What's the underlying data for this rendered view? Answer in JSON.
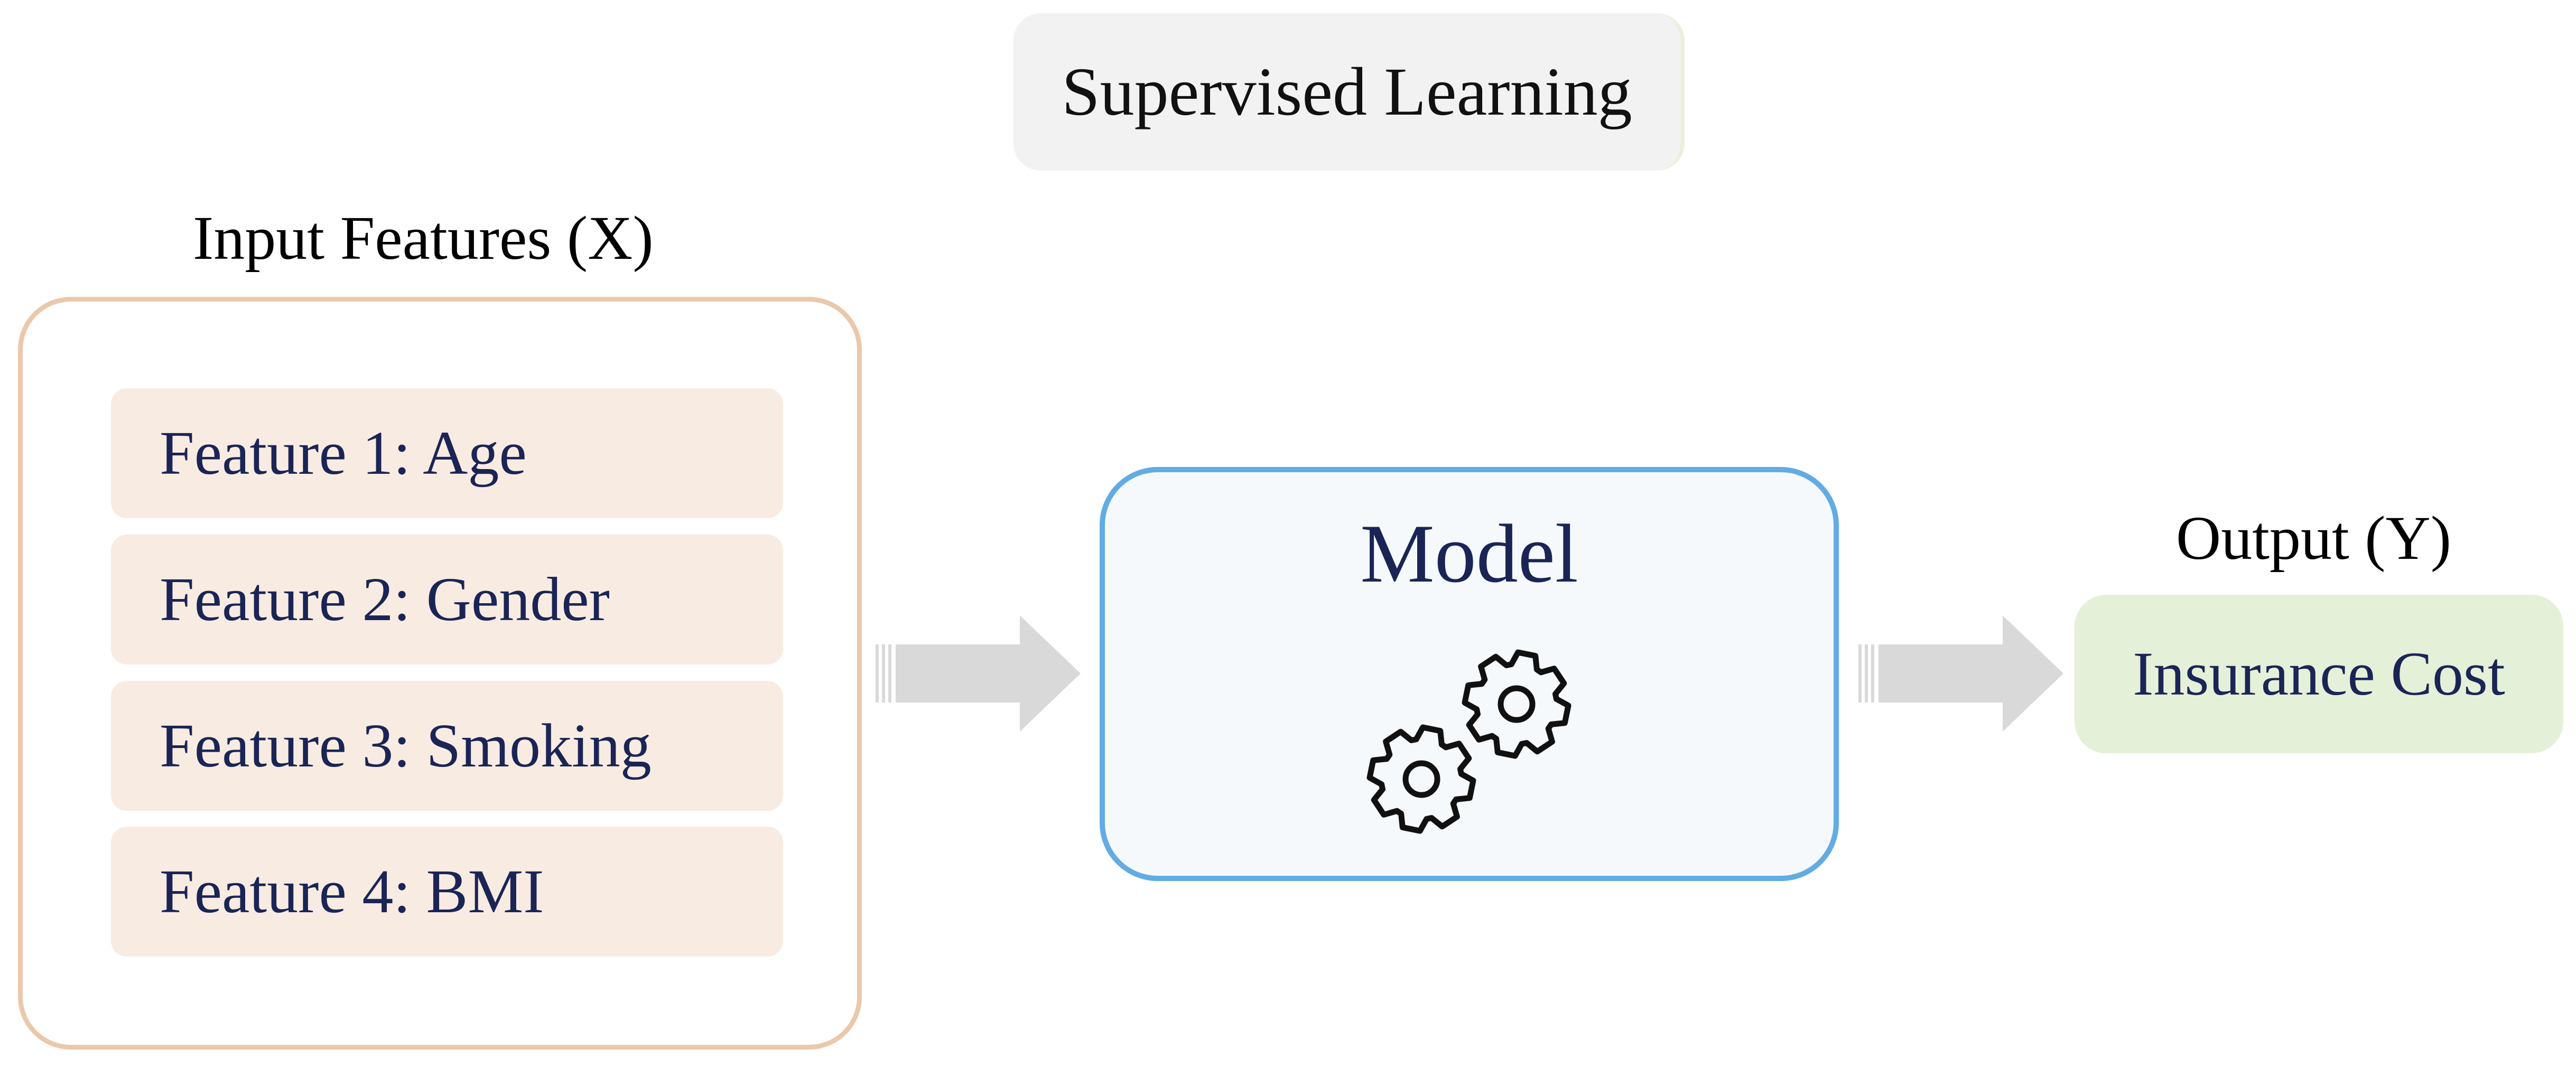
{
  "title": "Supervised Learning",
  "input": {
    "heading": "Input Features (X)",
    "features": [
      "Feature 1: Age",
      "Feature 2: Gender",
      "Feature 3: Smoking",
      "Feature 4: BMI"
    ]
  },
  "model": {
    "label": "Model",
    "icon": "gears-icon"
  },
  "output": {
    "heading": "Output (Y)",
    "value": "Insurance Cost"
  },
  "colors": {
    "title_bg": "#f2f2f2",
    "input_border": "#ebc8ab",
    "feature_bg": "#f8ebe2",
    "model_border": "#62ace3",
    "model_bg": "#f5f9fc",
    "output_bg": "#e5f0d8",
    "arrow": "#d9d9d9",
    "text_navy": "#1a2556"
  }
}
